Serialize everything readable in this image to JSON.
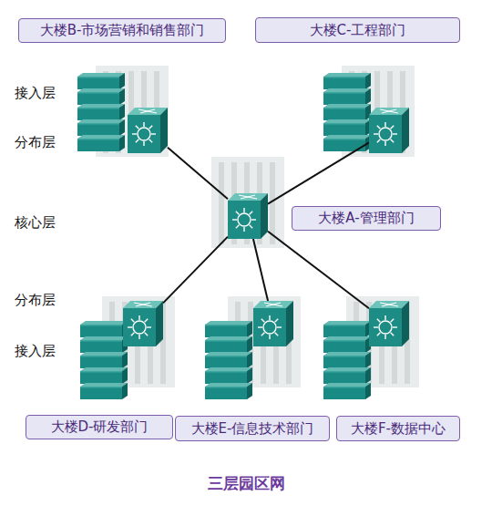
{
  "diagram": {
    "caption": "三层园区网",
    "nodes": [
      {
        "text": [
          "大楼B-市场营销和销售部门"
        ]
      },
      {
        "text": [
          "大楼C-工程部门"
        ]
      },
      {
        "text": [
          "大楼A-管理部门"
        ]
      },
      {
        "text": [
          "大楼D-研发部门"
        ]
      },
      {
        "text": [
          "大楼E-信息技术部门"
        ]
      },
      {
        "text": [
          "大楼F-数据中心"
        ]
      }
    ],
    "edges": [
      {
        "from": 2,
        "to": 0,
        "arrow": "none"
      },
      {
        "from": 2,
        "to": 1,
        "arrow": "none"
      },
      {
        "from": 2,
        "to": 3,
        "arrow": "none"
      },
      {
        "from": 2,
        "to": 4,
        "arrow": "none"
      },
      {
        "from": 2,
        "to": 5,
        "arrow": "none"
      }
    ],
    "labels": [
      "接入层",
      "分布层",
      "核心层",
      "分布层",
      "接入层"
    ]
  }
}
